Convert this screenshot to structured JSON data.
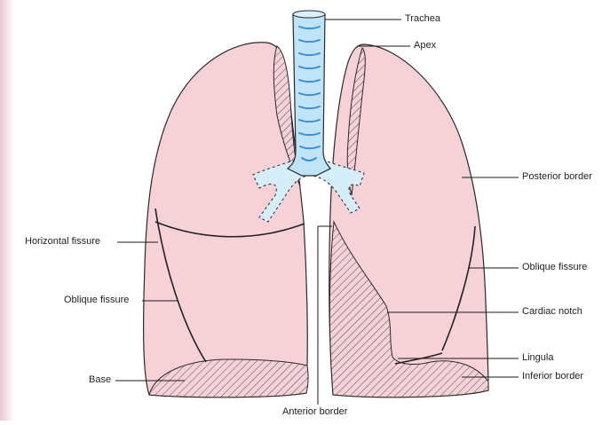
{
  "labels": {
    "trachea": "Trachea",
    "apex": "Apex",
    "posterior_border": "Posterior border",
    "horizontal_fissure": "Horizontal fissure",
    "oblique_fissure_left": "Oblique fissure",
    "oblique_fissure_right": "Oblique fissure",
    "cardiac_notch": "Cardiac notch",
    "lingula": "Lingula",
    "base": "Base",
    "inferior_border": "Inferior border",
    "anterior_border": "Anterior border"
  },
  "colors": {
    "lung_fill": "#f6d2d8",
    "trachea_fill": "#bfe4f7",
    "trachea_rings": "#3a8fd0",
    "background_edge": "#e8c9d3"
  }
}
